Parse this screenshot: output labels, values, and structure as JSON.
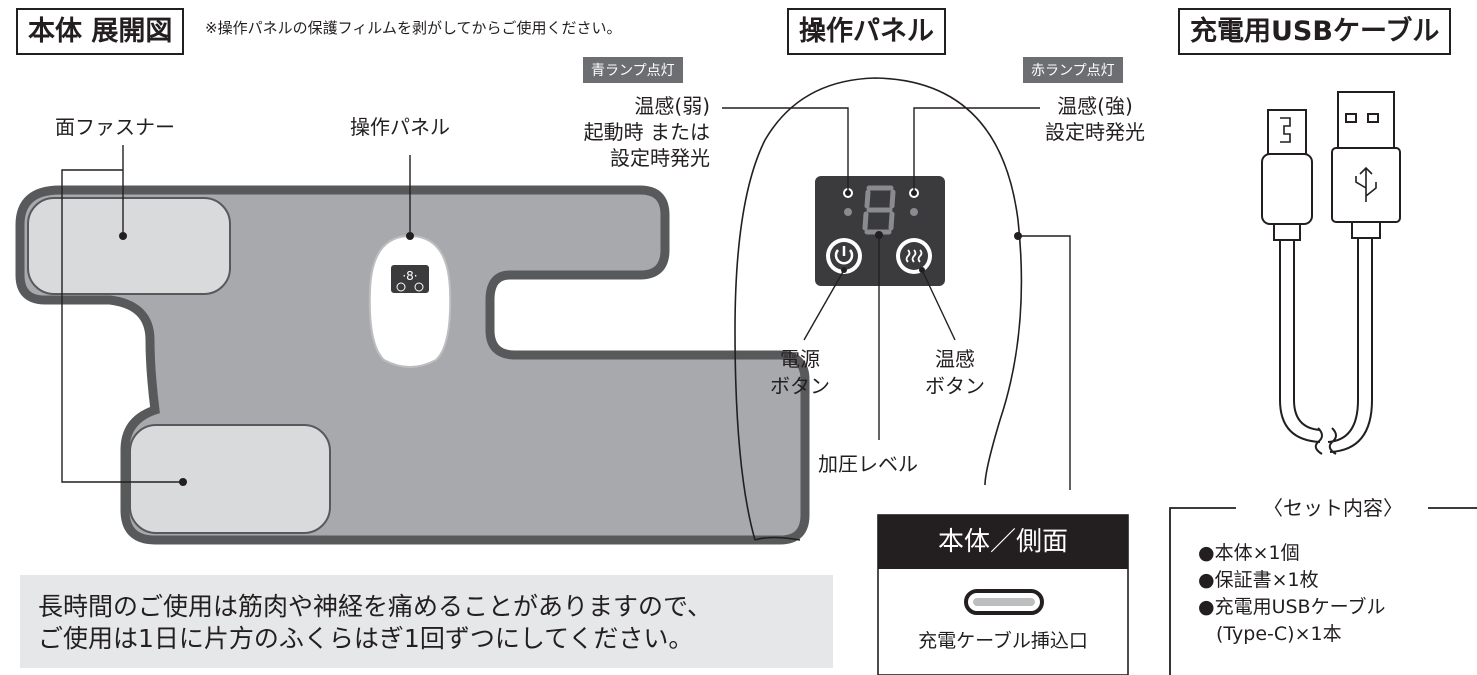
{
  "main_title": "本体 展開図",
  "note": "※操作パネルの保護フィルムを剥がしてからご使用ください。",
  "labels": {
    "fastener": "面ファスナー",
    "panel": "操作パネル"
  },
  "panel_section": {
    "title": "操作パネル",
    "blue_tag": "青ランプ点灯",
    "red_tag": "赤ランプ点灯",
    "weak": [
      "温感(弱)",
      "起動時 または",
      "設定時発光"
    ],
    "strong": [
      "温感(強)",
      "設定時発光"
    ],
    "power": [
      "電源",
      "ボタン"
    ],
    "heat": [
      "温感",
      "ボタン"
    ],
    "pressure": "加圧レベル",
    "side_title": "本体／側面",
    "port": "充電ケーブル挿込口",
    "digit": "8"
  },
  "usb_section": {
    "title": "充電用USBケーブル"
  },
  "set_contents": {
    "title": "〈セット内容〉",
    "items": [
      "●本体×1個",
      "●保証書×1枚",
      "●充電用USBケーブル",
      "(Type-C)×1本"
    ]
  },
  "warning": [
    "長時間のご使用は筋肉や神経を痛めることがありますので、",
    "ご使用は1日に片方のふくらはぎ1回ずつにしてください。"
  ],
  "colors": {
    "body_fill": "#a7a9ac",
    "body_border": "#58595b",
    "fastener_fill": "#d9dadb",
    "panel_dark": "#3b3b3d",
    "tag_gray": "#6d6e71",
    "warning_bg": "#e6e7e8"
  }
}
